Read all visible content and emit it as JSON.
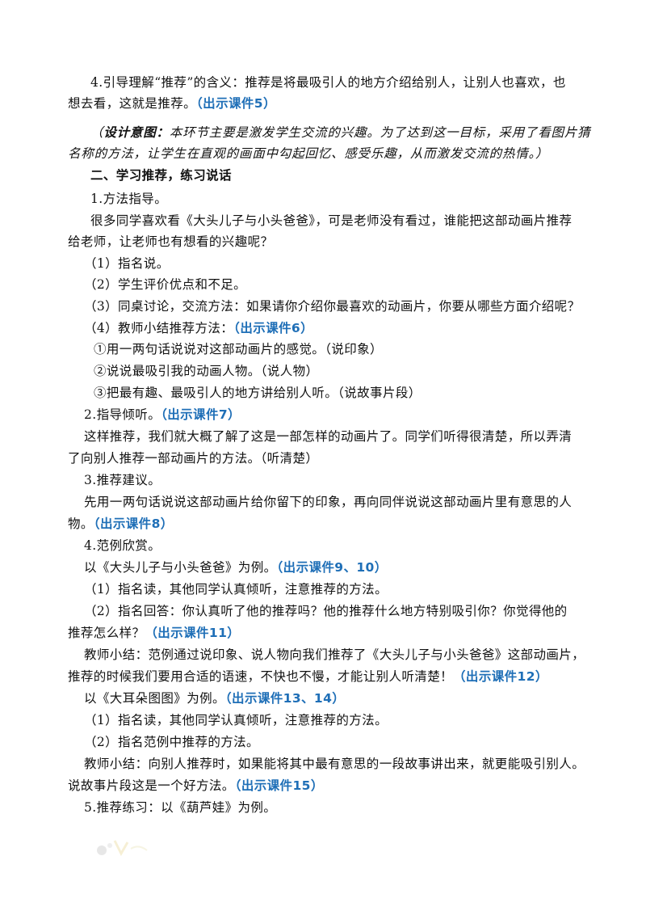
{
  "lines": {
    "l01": {
      "text": "4.引导理解“推荐”的含义：推荐是将最吸引人的地方介绍给别人，让别人也喜欢，也",
      "ref": ""
    },
    "l02": {
      "text": "想去看，这就是推荐。",
      "ref": "（出示课件5）"
    },
    "l03": {
      "prefix": "（",
      "label": "设计意图：",
      "text": "本环节主要是激发学生交流的兴趣。为了达到这一目标，采用了看图片猜"
    },
    "l04": {
      "text": "名称的方法，让学生在直观的画面中勾起回忆、感受乐趣，从而激发交流的热情。）"
    },
    "l05": {
      "text": "二、学习推荐，练习说话"
    },
    "l06": {
      "text": "1.方法指导。"
    },
    "l07": {
      "text": "很多同学喜欢看《大头儿子与小头爸爸》，可是老师没有看过，谁能把这部动画片推荐"
    },
    "l08": {
      "text": "给老师，让老师也有想看的兴趣呢？"
    },
    "l09": {
      "text": "（1）指名说。"
    },
    "l10": {
      "text": "（2）学生评价优点和不足。"
    },
    "l11": {
      "text": "（3）同桌讨论，交流方法：如果请你介绍你最喜欢的动画片，你要从哪些方面介绍呢？"
    },
    "l12": {
      "text": "（4）教师小结推荐方法：",
      "ref": "（出示课件6）"
    },
    "l13": {
      "text": "①用一两句话说说对这部动画片的感觉。（说印象）"
    },
    "l14": {
      "text": "②说说最吸引我的动画人物。（说人物）"
    },
    "l15": {
      "text": "③把最有趣、最吸引人的地方讲给别人听。（说故事片段）"
    },
    "l16": {
      "text": "2.指导倾听。",
      "ref": "（出示课件7）"
    },
    "l17": {
      "text": "这样推荐，我们就大概了解了这是一部怎样的动画片了。同学们听得很清楚，所以弄清"
    },
    "l18": {
      "text": "了向别人推荐一部动画片的方法。（听清楚）"
    },
    "l19": {
      "text": "3.推荐建议。"
    },
    "l20": {
      "text": "先用一两句话说说这部动画片给你留下的印象，再向同伴说说这部动画片里有意思的人"
    },
    "l21": {
      "text": "物。",
      "ref": "（出示课件8）"
    },
    "l22": {
      "text": "4.范例欣赏。"
    },
    "l23": {
      "text": "以《大头儿子与小头爸爸》为例。",
      "ref": "（出示课件9、10）"
    },
    "l24": {
      "text": "（1）指名读，其他同学认真倾听，注意推荐的方法。"
    },
    "l25": {
      "text": "（2）指名回答：你认真听了他的推荐吗？他的推荐什么地方特别吸引你？你觉得他的"
    },
    "l26": {
      "text": "推荐怎么样？",
      "ref": "（出示课件11）"
    },
    "l27": {
      "text": "教师小结：范例通过说印象、说人物向我们推荐了《大头儿子与小头爸爸》这部动画片，"
    },
    "l28": {
      "text": "推荐的时候我们要用合适的语速，不快也不慢，才能让别人听清楚！",
      "ref": "（出示课件12）"
    },
    "l29": {
      "text": "以《大耳朵图图》为例。",
      "ref": "（出示课件13、14）"
    },
    "l30": {
      "text": "（1）指名读，其他同学认真倾听，注意推荐的方法。"
    },
    "l31": {
      "text": "（2）指名范例中推荐的方法。"
    },
    "l32": {
      "text": "教师小结：向别人推荐时，如果能将其中最有意思的一段故事讲出来，就更能吸引别人。"
    },
    "l33": {
      "text": "说故事片段这是一个好方法。",
      "ref": "（出示课件15）"
    },
    "l34": {
      "text": "5.推荐练习：以《葫芦娃》为例。"
    }
  },
  "colors": {
    "text": "#111111",
    "reference": "#1f6fb7"
  }
}
